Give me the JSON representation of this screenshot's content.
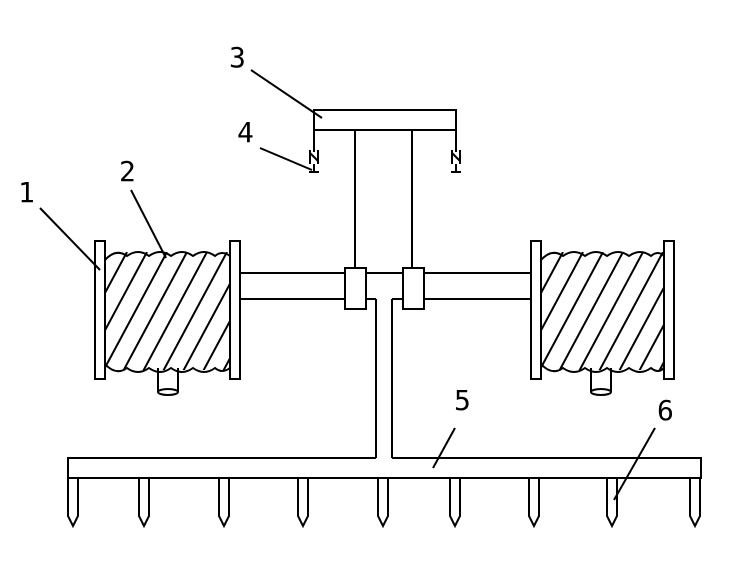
{
  "figure": {
    "labels": {
      "l1": "1",
      "l2": "2",
      "l3": "3",
      "l4": "4",
      "l5": "5",
      "l6": "6"
    },
    "colors": {
      "line": "#000000",
      "background": "#ffffff"
    }
  }
}
